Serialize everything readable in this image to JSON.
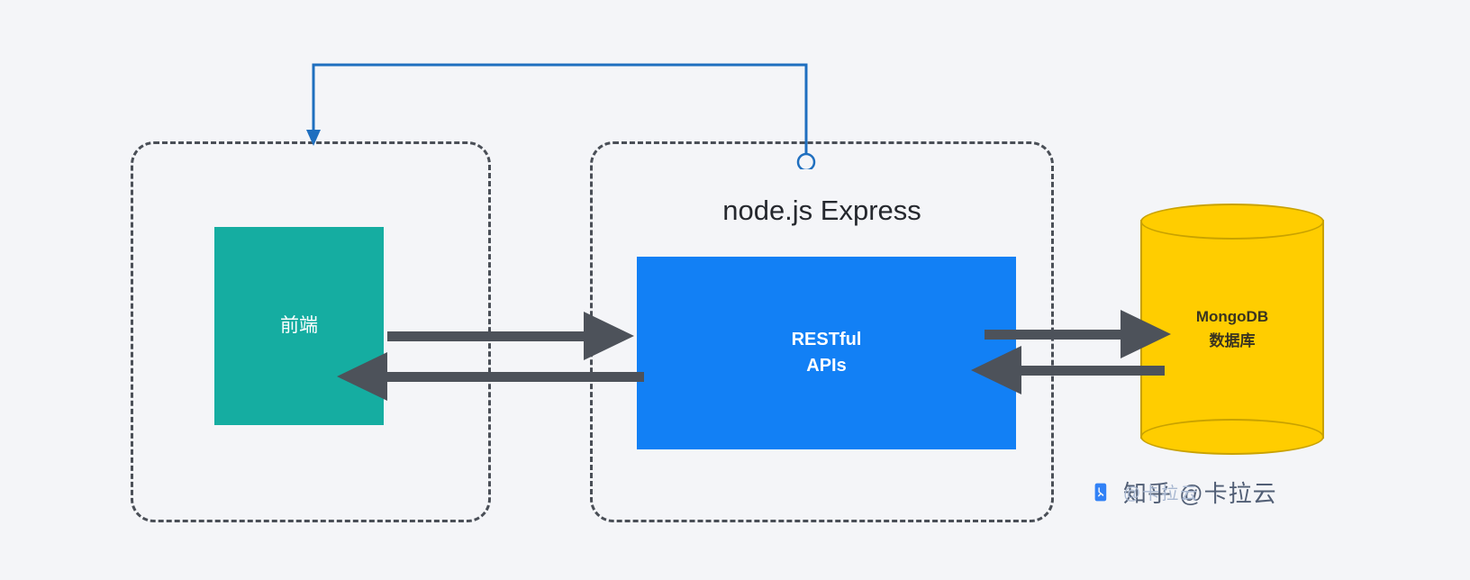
{
  "diagram": {
    "background_color": "#f4f5f8",
    "groups": [
      {
        "id": "client",
        "label": ""
      },
      {
        "id": "server",
        "label": "node.js Express"
      }
    ],
    "nodes": {
      "frontend": {
        "label": "前端",
        "color": "#15ADA1",
        "text_color": "#ffffff",
        "shape": "rectangle"
      },
      "restful": {
        "label_line1": "RESTful",
        "label_line2": "APIs",
        "color": "#1280F5",
        "text_color": "#ffffff",
        "shape": "rectangle"
      },
      "mongodb": {
        "label_line1": "MongoDB",
        "label_line2": "数据库",
        "color": "#FFCD00",
        "stroke_color": "#C9A200",
        "text_color": "#3a3420",
        "shape": "cylinder"
      }
    },
    "connectors": {
      "arrow_color": "#4d525a",
      "callback_color": "#1f6fbf",
      "flows": [
        {
          "id": "frontend-to-restful",
          "direction": "right"
        },
        {
          "id": "restful-to-frontend",
          "direction": "left"
        },
        {
          "id": "restful-to-mongodb",
          "direction": "right"
        },
        {
          "id": "mongodb-to-restful",
          "direction": "left"
        }
      ]
    }
  },
  "watermark": {
    "logo": "zhihu-logo",
    "text": "知乎 @卡拉云",
    "ghost_text": "@卡拉云"
  }
}
